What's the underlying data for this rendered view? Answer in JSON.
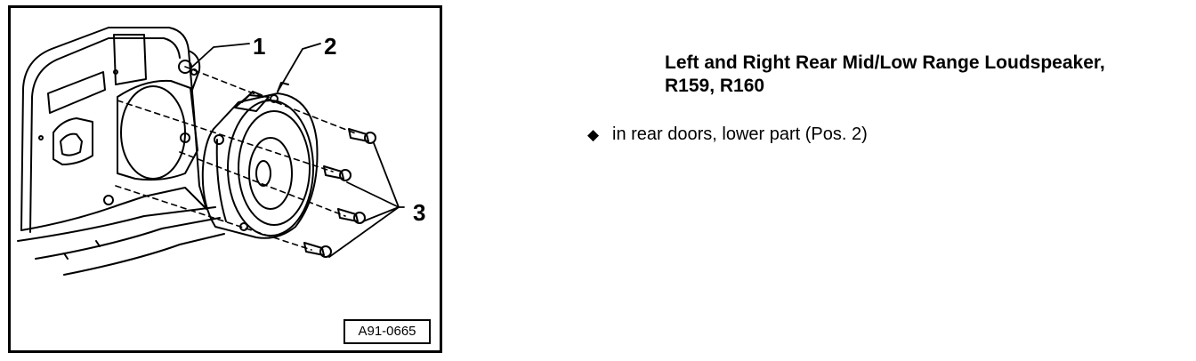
{
  "figure": {
    "callouts": [
      "1",
      "2",
      "3"
    ],
    "figure_id": "A91-0665"
  },
  "section": {
    "title_line1": "Left and Right Rear Mid/Low Range Loudspeaker,",
    "title_line2": "R159, R160",
    "bullets": [
      {
        "glyph": "◆",
        "text": "in rear doors, lower part (Pos. 2)"
      }
    ]
  }
}
